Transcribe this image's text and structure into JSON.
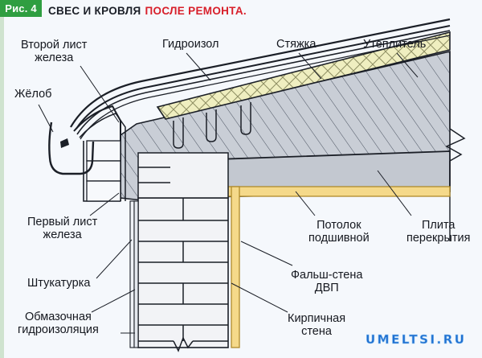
{
  "figure": {
    "badge": "Рис. 4",
    "title_main": "СВЕС И КРОВЛЯ",
    "title_accent": "ПОСЛЕ РЕМОНТА."
  },
  "watermark": "UMELTSI.RU",
  "colors": {
    "badge_bg": "#2f9e41",
    "title_accent": "#d81f2a",
    "background": "#f5f8fc",
    "insulation": "#efeec0",
    "screed_gray": "#c9ced6",
    "slab_gray": "#c3c8d0",
    "ceiling_yellow": "#f5d98a",
    "brick_fill": "#f2f3f6",
    "line": "#1b1f27",
    "watermark": "#1f6fd0"
  },
  "labels": [
    {
      "id": "vtoroy-list-zheleza",
      "line1": "Второй лист",
      "line2": "железа"
    },
    {
      "id": "gidroizol",
      "line1": "Гидроизол",
      "line2": ""
    },
    {
      "id": "styazhka",
      "line1": "Стяжка",
      "line2": ""
    },
    {
      "id": "uteplitel",
      "line1": "Утеплитель",
      "line2": ""
    },
    {
      "id": "zhelob",
      "line1": "Жёлоб",
      "line2": ""
    },
    {
      "id": "perviy-list-zheleza",
      "line1": "Первый лист",
      "line2": "железа"
    },
    {
      "id": "shtukaturka",
      "line1": "Штукатурка",
      "line2": ""
    },
    {
      "id": "obmazochnaya-gidroizolyatsiya",
      "line1": "Обмазочная",
      "line2": "гидроизоляция"
    },
    {
      "id": "potolok-podshivnoy",
      "line1": "Потолок",
      "line2": "подшивной"
    },
    {
      "id": "plita-perekrytiya",
      "line1": "Плита",
      "line2": "перекрытия"
    },
    {
      "id": "falsh-stena-dvp",
      "line1": "Фальш-стена",
      "line2": "ДВП"
    },
    {
      "id": "kirpichnaya-stena",
      "line1": "Кирпичная",
      "line2": "стена"
    }
  ]
}
